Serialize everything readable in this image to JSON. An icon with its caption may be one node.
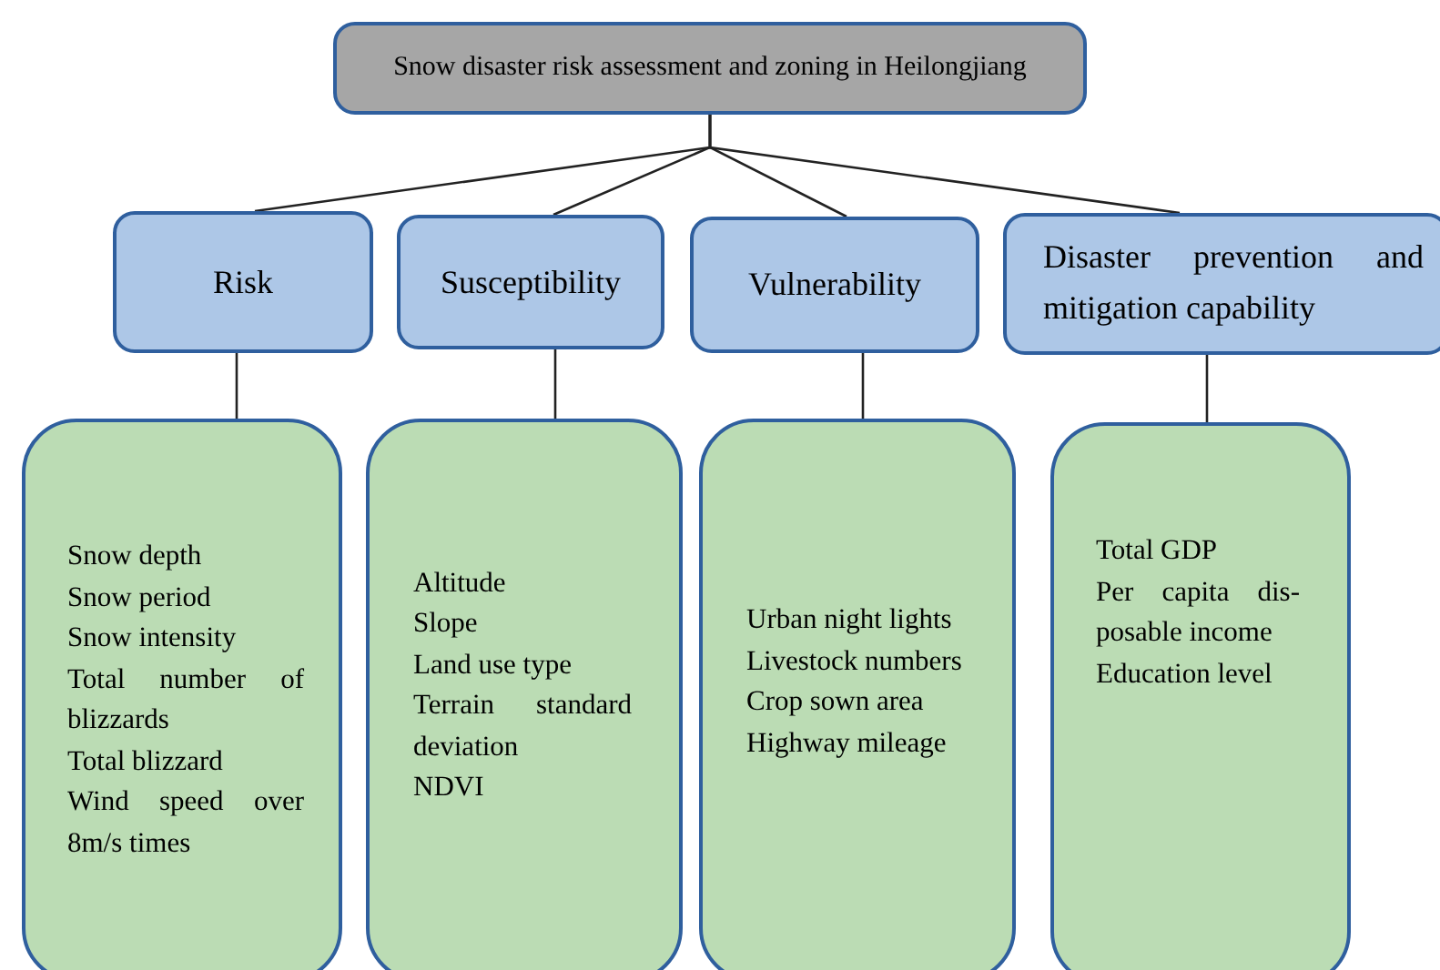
{
  "diagram": {
    "nodes": [
      {
        "text": [
          "Snow disaster risk assessment and zoning in Heilongjiang"
        ]
      },
      {
        "text": [
          "Risk"
        ]
      },
      {
        "text": [
          "Susceptibility"
        ]
      },
      {
        "text": [
          "Vulnerability"
        ]
      },
      {
        "text": [
          "Disaster prevention and mitigation capability"
        ]
      },
      {
        "text": [
          "Snow depth",
          "Snow period",
          "Snow intensity",
          "Total number of blizzards",
          "Total blizzard",
          "Wind speed over 8m/s times"
        ]
      },
      {
        "text": [
          "Altitude",
          "Slope",
          "Land use type",
          "Terrain standard deviation",
          "NDVI"
        ]
      },
      {
        "text": [
          "Urban night lights",
          "Livestock numbers",
          "Crop sown area",
          "Highway mileage"
        ]
      },
      {
        "text": [
          "Total GDP",
          "Per capita dis- posable income",
          "Education level"
        ]
      }
    ],
    "edges": [
      {
        "from": 0,
        "to": 1,
        "arrow": "none"
      },
      {
        "from": 0,
        "to": 2,
        "arrow": "none"
      },
      {
        "from": 0,
        "to": 3,
        "arrow": "none"
      },
      {
        "from": 0,
        "to": 4,
        "arrow": "none"
      },
      {
        "from": 1,
        "to": 5,
        "arrow": "none"
      },
      {
        "from": 2,
        "to": 6,
        "arrow": "none"
      },
      {
        "from": 3,
        "to": 7,
        "arrow": "none"
      },
      {
        "from": 4,
        "to": 8,
        "arrow": "none"
      }
    ]
  }
}
